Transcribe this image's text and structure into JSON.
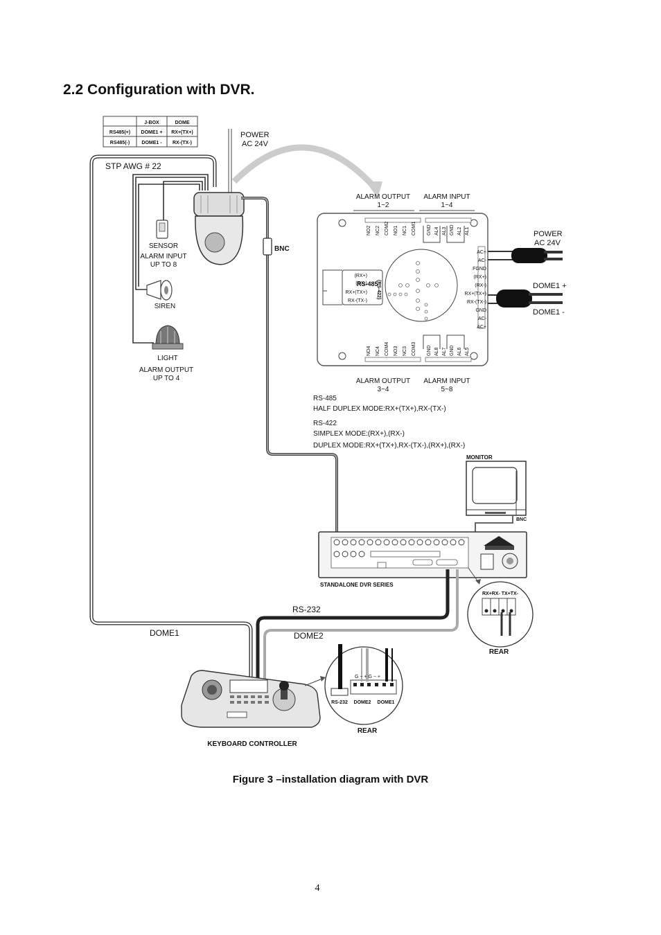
{
  "heading": "2.2 Configuration with DVR.",
  "wiring_table": {
    "headers": [
      "",
      "J-BOX",
      "DOME"
    ],
    "rows": [
      [
        "RS485(+)",
        "DOME1 +",
        "RX+(TX+)"
      ],
      [
        "RS485(-)",
        "DOME1 -",
        "RX-(TX-)"
      ]
    ]
  },
  "labels": {
    "power": "POWER",
    "ac24v": "AC 24V",
    "stp": "STP AWG # 22",
    "sensor": "SENSOR",
    "alarm_input_up_to_8_line1": "ALARM INPUT",
    "alarm_input_up_to_8_line2": "UP TO 8",
    "siren": "SIREN",
    "light": "LIGHT",
    "alarm_output_up_to_4_line1": "ALARM OUTPUT",
    "alarm_output_up_to_4_line2": "UP TO 4",
    "bnc": "BNC",
    "alarm_output_top": "ALARM OUTPUT",
    "alarm_output_top_range": "1~2",
    "alarm_input_top": "ALARM INPUT",
    "alarm_input_top_range": "1~4",
    "alarm_output_bottom": "ALARM OUTPUT",
    "alarm_output_bottom_range": "3~4",
    "alarm_input_bottom": "ALARM INPUT",
    "alarm_input_bottom_range": "5~8",
    "power_right": "POWER",
    "ac24v_right": "AC 24V",
    "dome1_plus": "DOME1 +",
    "dome1_minus": "DOME1 -",
    "rs485_tag": "RS-485",
    "rs422_tag": "(RS-422)",
    "monitor": "MONITOR",
    "bnc_monitor": "BNC",
    "dvr": "STANDALONE DVR SERIES",
    "rs232": "RS-232",
    "dome1": "DOME1",
    "dome2": "DOME2",
    "rear_dvr": "REAR",
    "rear_kbd": "REAR",
    "keyboard": "KEYBOARD CONTROLLER",
    "kbd_rs232": "RS-232",
    "kbd_dome2": "DOME2",
    "kbd_dome1": "DOME1",
    "dvr_rear_pins": "RX+RX- TX+TX-"
  },
  "top_terminals": [
    "NO2",
    "NC2",
    "COM2",
    "NO1",
    "NC1",
    "COM1",
    "GND",
    "AL4",
    "AL3",
    "GND",
    "AL2",
    "AL1"
  ],
  "bottom_terminals": [
    "NO4",
    "NC4",
    "COM4",
    "NO3",
    "NC3",
    "COM3",
    "GND",
    "AL8",
    "AL7",
    "GND",
    "AL6",
    "AL5"
  ],
  "right_terminals": [
    "AC+",
    "AC-",
    "FGND",
    "(RX+)",
    "(RX-)",
    "RX+(TX+)",
    "RX-(TX-)",
    "GND",
    "AC-",
    "AC+"
  ],
  "left_comm": [
    "(RX+)",
    "(RX-)",
    "RX+(TX+)",
    "RX-(TX-)"
  ],
  "notes": {
    "rs485_title": "RS-485",
    "rs485_mode": "HALF DUPLEX MODE:RX+(TX+),RX-(TX-)",
    "rs422_title": "RS-422",
    "rs422_simplex": "SIMPLEX MODE:(RX+),(RX-)",
    "rs422_duplex": "DUPLEX MODE:RX+(TX+),RX-(TX-),(RX+),(RX-)"
  },
  "caption": "Figure 3 –installation diagram with DVR",
  "page_number": "4"
}
